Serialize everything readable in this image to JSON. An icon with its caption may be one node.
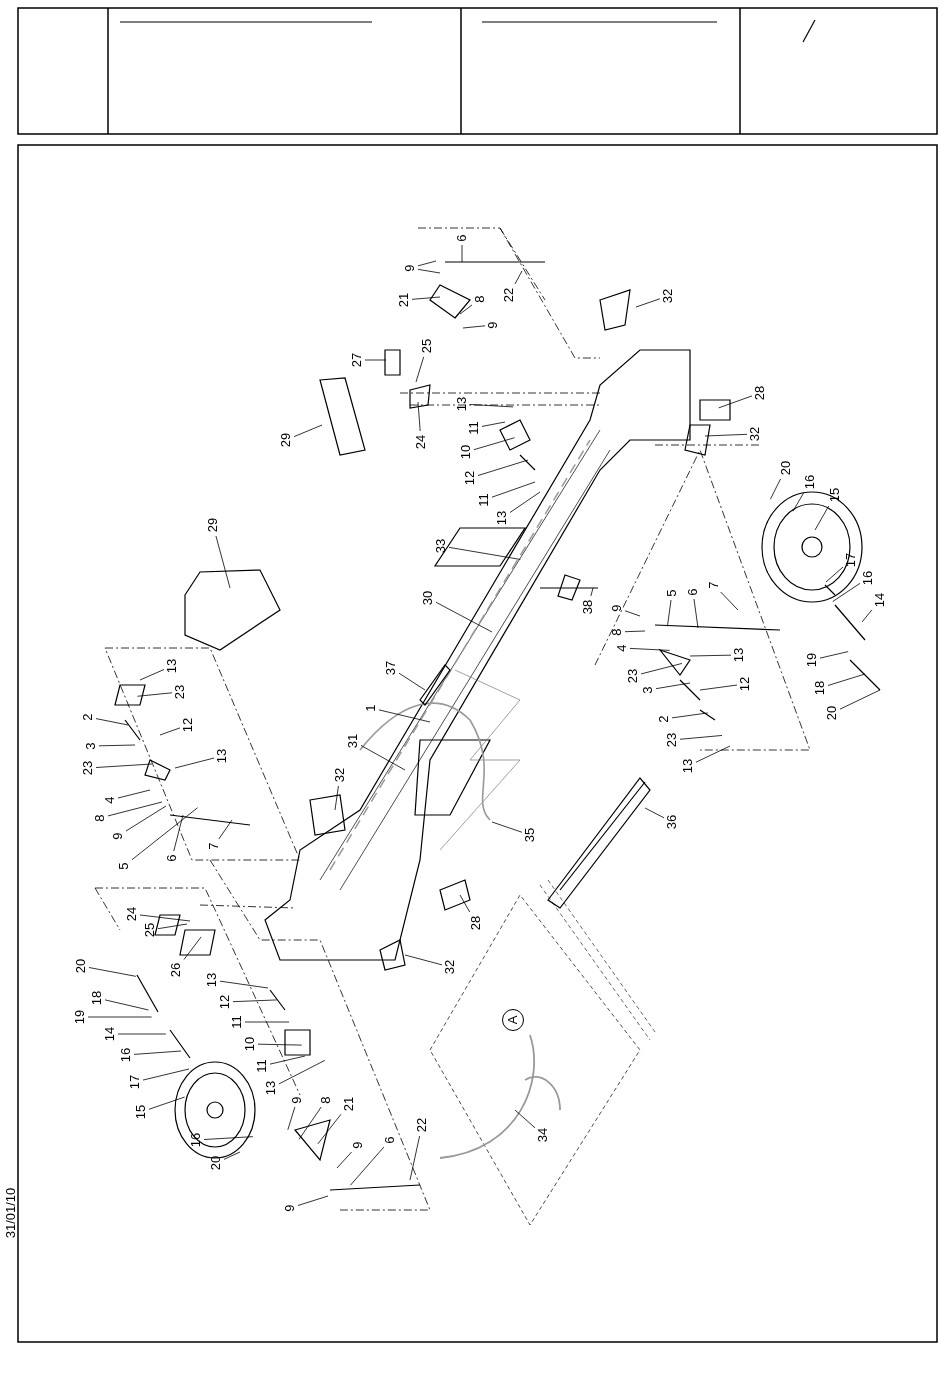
{
  "diagram": {
    "nodes": [
      {
        "text": [
          "6"
        ]
      },
      {
        "text": [
          "9"
        ]
      },
      {
        "text": [
          "21"
        ]
      },
      {
        "text": [
          "8"
        ]
      },
      {
        "text": [
          "9"
        ]
      },
      {
        "text": [
          "22"
        ]
      },
      {
        "text": [
          "32"
        ]
      },
      {
        "text": [
          "27"
        ]
      },
      {
        "text": [
          "25"
        ]
      },
      {
        "text": [
          "29"
        ]
      },
      {
        "text": [
          "24"
        ]
      },
      {
        "text": [
          "13"
        ]
      },
      {
        "text": [
          "11"
        ]
      },
      {
        "text": [
          "10"
        ]
      },
      {
        "text": [
          "12"
        ]
      },
      {
        "text": [
          "11"
        ]
      },
      {
        "text": [
          "13"
        ]
      },
      {
        "text": [
          "28"
        ]
      },
      {
        "text": [
          "32"
        ]
      },
      {
        "text": [
          "20"
        ]
      },
      {
        "text": [
          "16"
        ]
      },
      {
        "text": [
          "15"
        ]
      },
      {
        "text": [
          "33"
        ]
      },
      {
        "text": [
          "29"
        ]
      },
      {
        "text": [
          "17"
        ]
      },
      {
        "text": [
          "16"
        ]
      },
      {
        "text": [
          "14"
        ]
      },
      {
        "text": [
          "30"
        ]
      },
      {
        "text": [
          "38"
        ]
      },
      {
        "text": [
          "9"
        ]
      },
      {
        "text": [
          "8"
        ]
      },
      {
        "text": [
          "5"
        ]
      },
      {
        "text": [
          "6"
        ]
      },
      {
        "text": [
          "7"
        ]
      },
      {
        "text": [
          "4"
        ]
      },
      {
        "text": [
          "13"
        ]
      },
      {
        "text": [
          "19"
        ]
      },
      {
        "text": [
          "23"
        ]
      },
      {
        "text": [
          "37"
        ]
      },
      {
        "text": [
          "13"
        ]
      },
      {
        "text": [
          "3"
        ]
      },
      {
        "text": [
          "12"
        ]
      },
      {
        "text": [
          "18"
        ]
      },
      {
        "text": [
          "23"
        ]
      },
      {
        "text": [
          "1"
        ]
      },
      {
        "text": [
          "20"
        ]
      },
      {
        "text": [
          "2"
        ]
      },
      {
        "text": [
          "2"
        ]
      },
      {
        "text": [
          "12"
        ]
      },
      {
        "text": [
          "23"
        ]
      },
      {
        "text": [
          "31"
        ]
      },
      {
        "text": [
          "3"
        ]
      },
      {
        "text": [
          "13"
        ]
      },
      {
        "text": [
          "13"
        ]
      },
      {
        "text": [
          "23"
        ]
      },
      {
        "text": [
          "32"
        ]
      },
      {
        "text": [
          "4"
        ]
      },
      {
        "text": [
          "8"
        ]
      },
      {
        "text": [
          "36"
        ]
      },
      {
        "text": [
          "35"
        ]
      },
      {
        "text": [
          "9"
        ]
      },
      {
        "text": [
          "7"
        ]
      },
      {
        "text": [
          "6"
        ]
      },
      {
        "text": [
          "5"
        ]
      },
      {
        "text": [
          "24"
        ]
      },
      {
        "text": [
          "28"
        ]
      },
      {
        "text": [
          "25"
        ]
      },
      {
        "text": [
          "32"
        ]
      },
      {
        "text": [
          "20"
        ]
      },
      {
        "text": [
          "26"
        ]
      },
      {
        "text": [
          "13"
        ]
      },
      {
        "text": [
          "18"
        ]
      },
      {
        "text": [
          "12"
        ]
      },
      {
        "text": [
          "19"
        ]
      },
      {
        "text": [
          "11"
        ]
      },
      {
        "text": [
          "14"
        ]
      },
      {
        "text": [
          "10"
        ]
      },
      {
        "text": [
          "16"
        ]
      },
      {
        "text": [
          "11"
        ]
      },
      {
        "text": [
          "17"
        ]
      },
      {
        "text": [
          "13"
        ]
      },
      {
        "text": [
          "9"
        ]
      },
      {
        "text": [
          "8"
        ]
      },
      {
        "text": [
          "21"
        ]
      },
      {
        "text": [
          "15"
        ]
      },
      {
        "text": [
          "34"
        ]
      },
      {
        "text": [
          "22"
        ]
      },
      {
        "text": [
          "16"
        ]
      },
      {
        "text": [
          "6"
        ]
      },
      {
        "text": [
          "9"
        ]
      },
      {
        "text": [
          "20"
        ]
      },
      {
        "text": [
          "9"
        ]
      },
      {
        "text": [
          "A"
        ]
      }
    ],
    "edges": [
      {
        "from": 0,
        "to": null,
        "arrow": "none"
      },
      {
        "from": 1,
        "to": null,
        "arrow": "none"
      },
      {
        "from": 1,
        "to": null,
        "arrow": "none"
      },
      {
        "from": 2,
        "to": null,
        "arrow": "none"
      },
      {
        "from": 3,
        "to": null,
        "arrow": "none"
      },
      {
        "from": 4,
        "to": null,
        "arrow": "none"
      },
      {
        "from": 5,
        "to": null,
        "arrow": "none"
      },
      {
        "from": 6,
        "to": null,
        "arrow": "none"
      },
      {
        "from": 7,
        "to": null,
        "arrow": "none"
      },
      {
        "from": 8,
        "to": null,
        "arrow": "none"
      },
      {
        "from": 9,
        "to": null,
        "arrow": "none"
      },
      {
        "from": 10,
        "to": null,
        "arrow": "none"
      },
      {
        "from": 11,
        "to": null,
        "arrow": "none"
      },
      {
        "from": 12,
        "to": null,
        "arrow": "none"
      },
      {
        "from": 13,
        "to": null,
        "arrow": "none"
      },
      {
        "from": 14,
        "to": null,
        "arrow": "none"
      },
      {
        "from": 15,
        "to": null,
        "arrow": "none"
      },
      {
        "from": 16,
        "to": null,
        "arrow": "none"
      },
      {
        "from": 17,
        "to": null,
        "arrow": "none"
      },
      {
        "from": 18,
        "to": null,
        "arrow": "none"
      },
      {
        "from": 19,
        "to": null,
        "arrow": "none"
      },
      {
        "from": 20,
        "to": null,
        "arrow": "none"
      },
      {
        "from": 21,
        "to": null,
        "arrow": "none"
      },
      {
        "from": 22,
        "to": null,
        "arrow": "none"
      },
      {
        "from": 23,
        "to": null,
        "arrow": "none"
      },
      {
        "from": 24,
        "to": null,
        "arrow": "none"
      },
      {
        "from": 25,
        "to": null,
        "arrow": "none"
      },
      {
        "from": 26,
        "to": null,
        "arrow": "none"
      },
      {
        "from": 27,
        "to": null,
        "arrow": "none"
      },
      {
        "from": 28,
        "to": null,
        "arrow": "none"
      },
      {
        "from": 29,
        "to": null,
        "arrow": "none"
      },
      {
        "from": 30,
        "to": null,
        "arrow": "none"
      },
      {
        "from": 31,
        "to": null,
        "arrow": "none"
      },
      {
        "from": 32,
        "to": null,
        "arrow": "none"
      },
      {
        "from": 33,
        "to": null,
        "arrow": "none"
      },
      {
        "from": 34,
        "to": null,
        "arrow": "none"
      },
      {
        "from": 35,
        "to": null,
        "arrow": "none"
      },
      {
        "from": 36,
        "to": null,
        "arrow": "none"
      },
      {
        "from": 37,
        "to": null,
        "arrow": "none"
      },
      {
        "from": 38,
        "to": null,
        "arrow": "none"
      },
      {
        "from": 39,
        "to": null,
        "arrow": "none"
      },
      {
        "from": 40,
        "to": null,
        "arrow": "none"
      },
      {
        "from": 41,
        "to": null,
        "arrow": "none"
      },
      {
        "from": 42,
        "to": null,
        "arrow": "none"
      },
      {
        "from": 43,
        "to": null,
        "arrow": "none"
      },
      {
        "from": 44,
        "to": null,
        "arrow": "none"
      },
      {
        "from": 45,
        "to": null,
        "arrow": "none"
      },
      {
        "from": 46,
        "to": null,
        "arrow": "none"
      },
      {
        "from": 47,
        "to": null,
        "arrow": "none"
      },
      {
        "from": 48,
        "to": null,
        "arrow": "none"
      },
      {
        "from": 49,
        "to": null,
        "arrow": "none"
      },
      {
        "from": 50,
        "to": null,
        "arrow": "none"
      },
      {
        "from": 51,
        "to": null,
        "arrow": "none"
      },
      {
        "from": 52,
        "to": null,
        "arrow": "none"
      },
      {
        "from": 53,
        "to": null,
        "arrow": "none"
      },
      {
        "from": 54,
        "to": null,
        "arrow": "none"
      },
      {
        "from": 55,
        "to": null,
        "arrow": "none"
      },
      {
        "from": 56,
        "to": null,
        "arrow": "none"
      },
      {
        "from": 57,
        "to": null,
        "arrow": "none"
      },
      {
        "from": 58,
        "to": null,
        "arrow": "none"
      },
      {
        "from": 59,
        "to": null,
        "arrow": "none"
      },
      {
        "from": 60,
        "to": null,
        "arrow": "none"
      },
      {
        "from": 61,
        "to": null,
        "arrow": "none"
      },
      {
        "from": 62,
        "to": null,
        "arrow": "none"
      },
      {
        "from": 63,
        "to": null,
        "arrow": "none"
      },
      {
        "from": 64,
        "to": null,
        "arrow": "none"
      },
      {
        "from": 65,
        "to": null,
        "arrow": "none"
      },
      {
        "from": 66,
        "to": null,
        "arrow": "none"
      },
      {
        "from": 67,
        "to": null,
        "arrow": "none"
      },
      {
        "from": 68,
        "to": null,
        "arrow": "none"
      },
      {
        "from": 69,
        "to": null,
        "arrow": "none"
      },
      {
        "from": 70,
        "to": null,
        "arrow": "none"
      },
      {
        "from": 71,
        "to": null,
        "arrow": "none"
      },
      {
        "from": 72,
        "to": null,
        "arrow": "none"
      },
      {
        "from": 73,
        "to": null,
        "arrow": "none"
      },
      {
        "from": 74,
        "to": null,
        "arrow": "none"
      },
      {
        "from": 75,
        "to": null,
        "arrow": "none"
      },
      {
        "from": 76,
        "to": null,
        "arrow": "none"
      },
      {
        "from": 77,
        "to": null,
        "arrow": "none"
      },
      {
        "from": 78,
        "to": null,
        "arrow": "none"
      },
      {
        "from": 79,
        "to": null,
        "arrow": "none"
      },
      {
        "from": 80,
        "to": null,
        "arrow": "none"
      },
      {
        "from": 81,
        "to": null,
        "arrow": "none"
      },
      {
        "from": 82,
        "to": null,
        "arrow": "none"
      },
      {
        "from": 83,
        "to": null,
        "arrow": "none"
      },
      {
        "from": 84,
        "to": null,
        "arrow": "none"
      },
      {
        "from": 85,
        "to": null,
        "arrow": "none"
      },
      {
        "from": 86,
        "to": null,
        "arrow": "none"
      },
      {
        "from": 87,
        "to": null,
        "arrow": "none"
      },
      {
        "from": 88,
        "to": null,
        "arrow": "none"
      },
      {
        "from": 89,
        "to": null,
        "arrow": "none"
      },
      {
        "from": 90,
        "to": null,
        "arrow": "none"
      },
      {
        "from": 91,
        "to": null,
        "arrow": "none"
      }
    ],
    "labels": [
      "31/01/10"
    ]
  }
}
